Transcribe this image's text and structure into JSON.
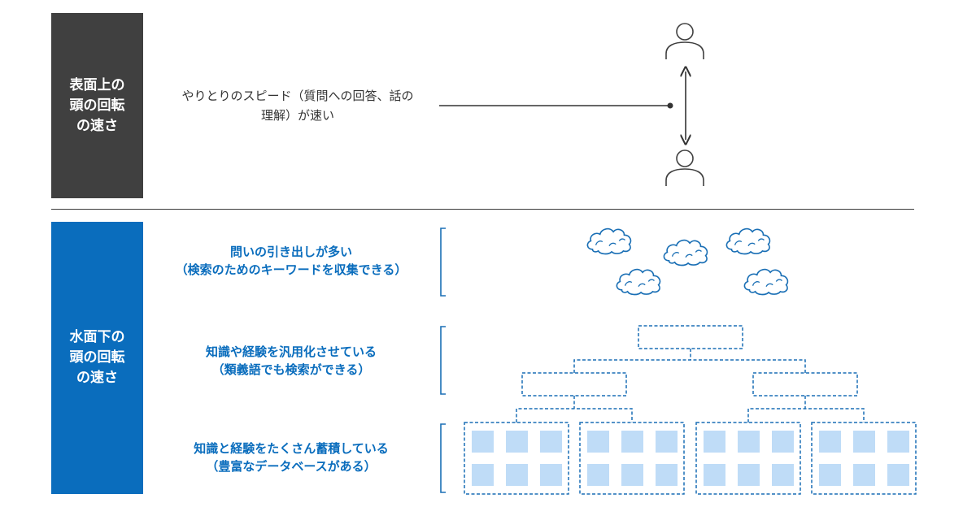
{
  "surface": {
    "label_lines": [
      "表面上の",
      "頭の回転",
      "の速さ"
    ],
    "description_lines": [
      "やりとりのスピード（質問への回答、話の",
      "理解）が速い"
    ]
  },
  "underwater": {
    "label_lines": [
      "水面下の",
      "頭の回転",
      "の速さ"
    ],
    "items": [
      {
        "lines": [
          "問いの引き出しが多い",
          "（検索のためのキーワードを収集できる）"
        ]
      },
      {
        "lines": [
          "知識や経験を汎用化させている",
          "（類義語でも検索ができる）"
        ]
      },
      {
        "lines": [
          "知識と経験をたくさん蓄積している",
          "（豊富なデータベースがある）"
        ]
      }
    ]
  },
  "colors": {
    "dark_box": "#404040",
    "blue_box": "#0a6dbd",
    "blue_text": "#0a6dbd",
    "line_blue": "#1a6fb5",
    "cell_fill": "#bfdcf7"
  },
  "icons": [
    "person-icon",
    "person-icon",
    "cloud-icon",
    "double-arrow-icon"
  ]
}
